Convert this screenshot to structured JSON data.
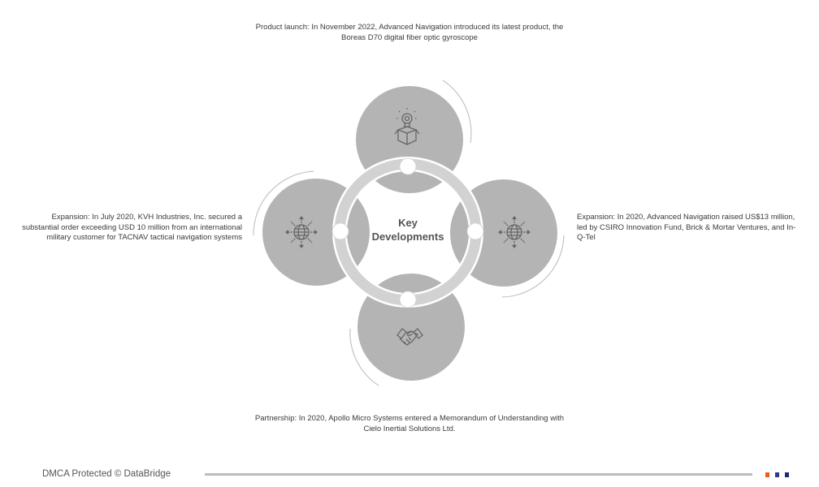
{
  "diagram": {
    "center_title": [
      "Key",
      "Developments"
    ],
    "items": [
      {
        "position": "top",
        "icon": "product-launch-icon",
        "text": "Product launch: In November 2022, Advanced Navigation introduced its latest product, the Boreas D70 digital fiber optic gyroscope"
      },
      {
        "position": "left",
        "icon": "globe-expansion-icon",
        "text": "Expansion: In July 2020, KVH Industries, Inc. secured a substantial order exceeding USD 10 million from an international military customer for TACNAV tactical navigation systems"
      },
      {
        "position": "right",
        "icon": "globe-expansion-icon",
        "text": "Expansion: In 2020, Advanced Navigation raised US$13 million, led by CSIRO Innovation Fund, Brick & Mortar Ventures, and In-Q-Tel"
      },
      {
        "position": "bottom",
        "icon": "handshake-icon",
        "text": "Partnership: In 2020, Apollo Micro Systems entered a Memorandum of Understanding with Cielo Inertial Solutions Ltd."
      }
    ],
    "colors": {
      "circle": "#b4b4b4",
      "ring": "#d2d2d2",
      "icon": "#666666"
    }
  },
  "footer": {
    "text": "DMCA Protected © DataBridge",
    "squares": [
      "#f15a24",
      "#2e3a87",
      "#1f2a6b"
    ]
  }
}
